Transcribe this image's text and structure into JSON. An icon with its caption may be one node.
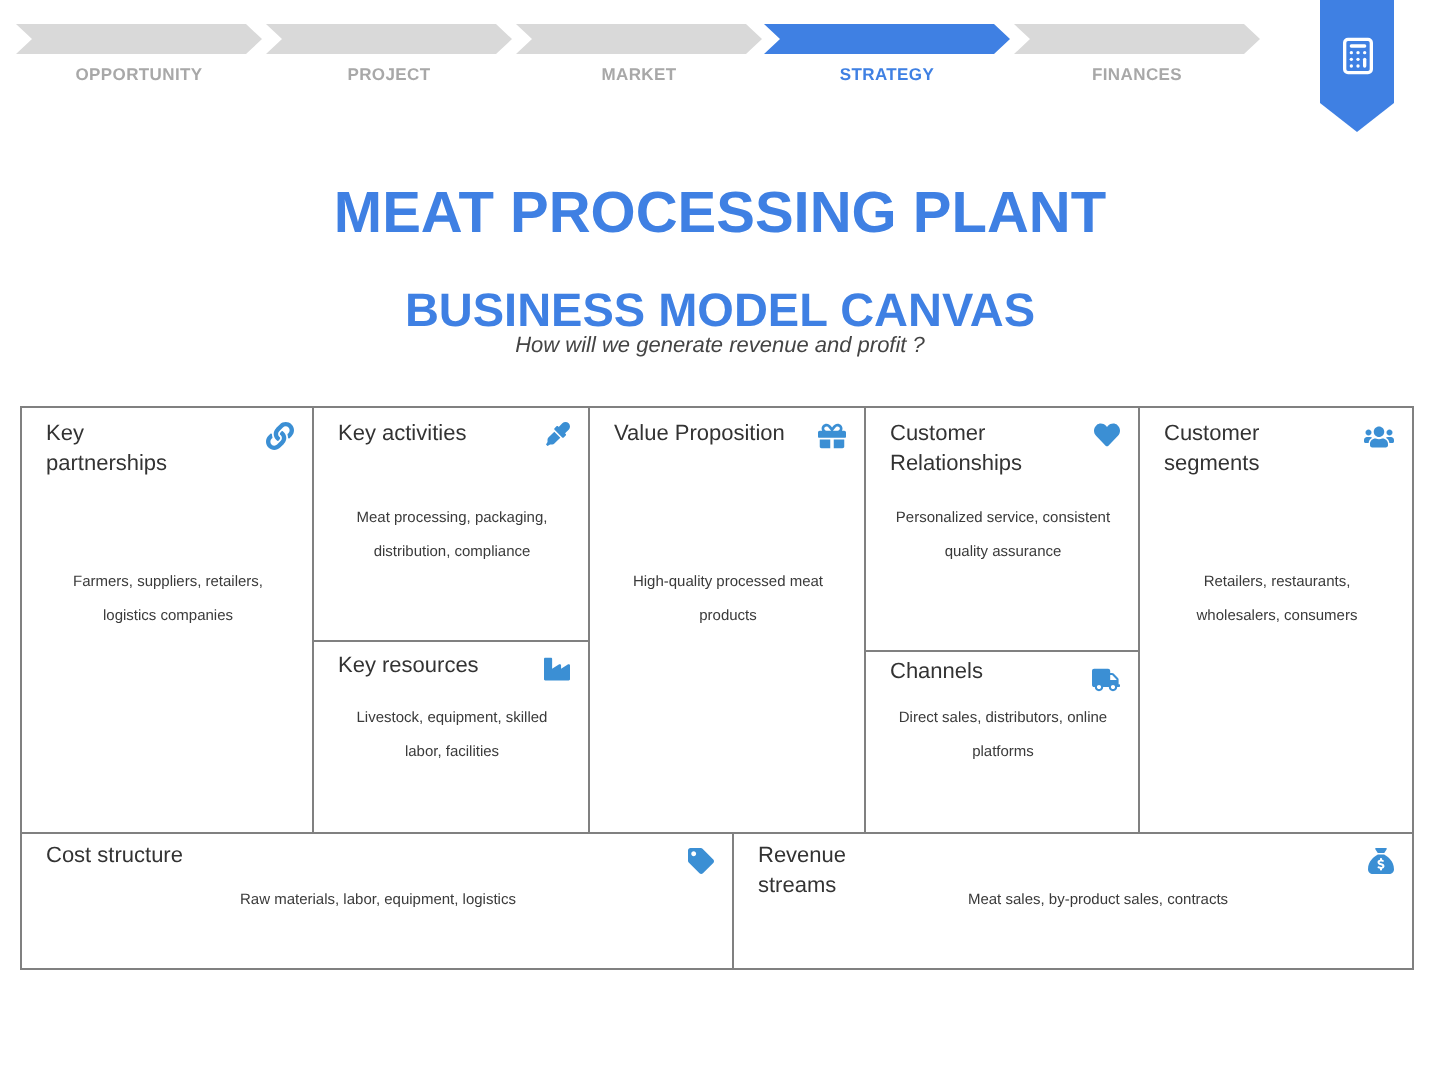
{
  "diagram": {
    "title": "MEAT PROCESSING PLANT",
    "nodes": [
      {
        "text": [
          "OPPORTUNITY"
        ]
      },
      {
        "text": [
          "PROJECT"
        ]
      },
      {
        "text": [
          "MARKET"
        ]
      },
      {
        "text": [
          "STRATEGY"
        ]
      },
      {
        "text": [
          "FINANCES"
        ]
      },
      {
        "text": [
          "Key partnerships",
          "Farmers, suppliers, retailers, logistics companies"
        ]
      },
      {
        "text": [
          "Key activities",
          "Meat processing, packaging, distribution, compliance"
        ]
      },
      {
        "text": [
          "Value Proposition",
          "High-quality processed meat products"
        ]
      },
      {
        "text": [
          "Customer Relationships",
          "Personalized service, consistent quality assurance"
        ]
      },
      {
        "text": [
          "Customer segments",
          "Retailers, restaurants, wholesalers, consumers"
        ]
      },
      {
        "text": [
          "Key resources",
          "Livestock, equipment, skilled labor, facilities"
        ]
      },
      {
        "text": [
          "Channels",
          "Direct sales, distributors, online platforms"
        ]
      },
      {
        "text": [
          "Cost structure",
          "Raw materials, labor, equipment, logistics"
        ]
      },
      {
        "text": [
          "Revenue streams",
          "Meat sales, by-product sales, contracts"
        ]
      }
    ],
    "labels": [
      "BUSINESS MODEL CANVAS",
      "How will we generate revenue and profit ?"
    ]
  }
}
